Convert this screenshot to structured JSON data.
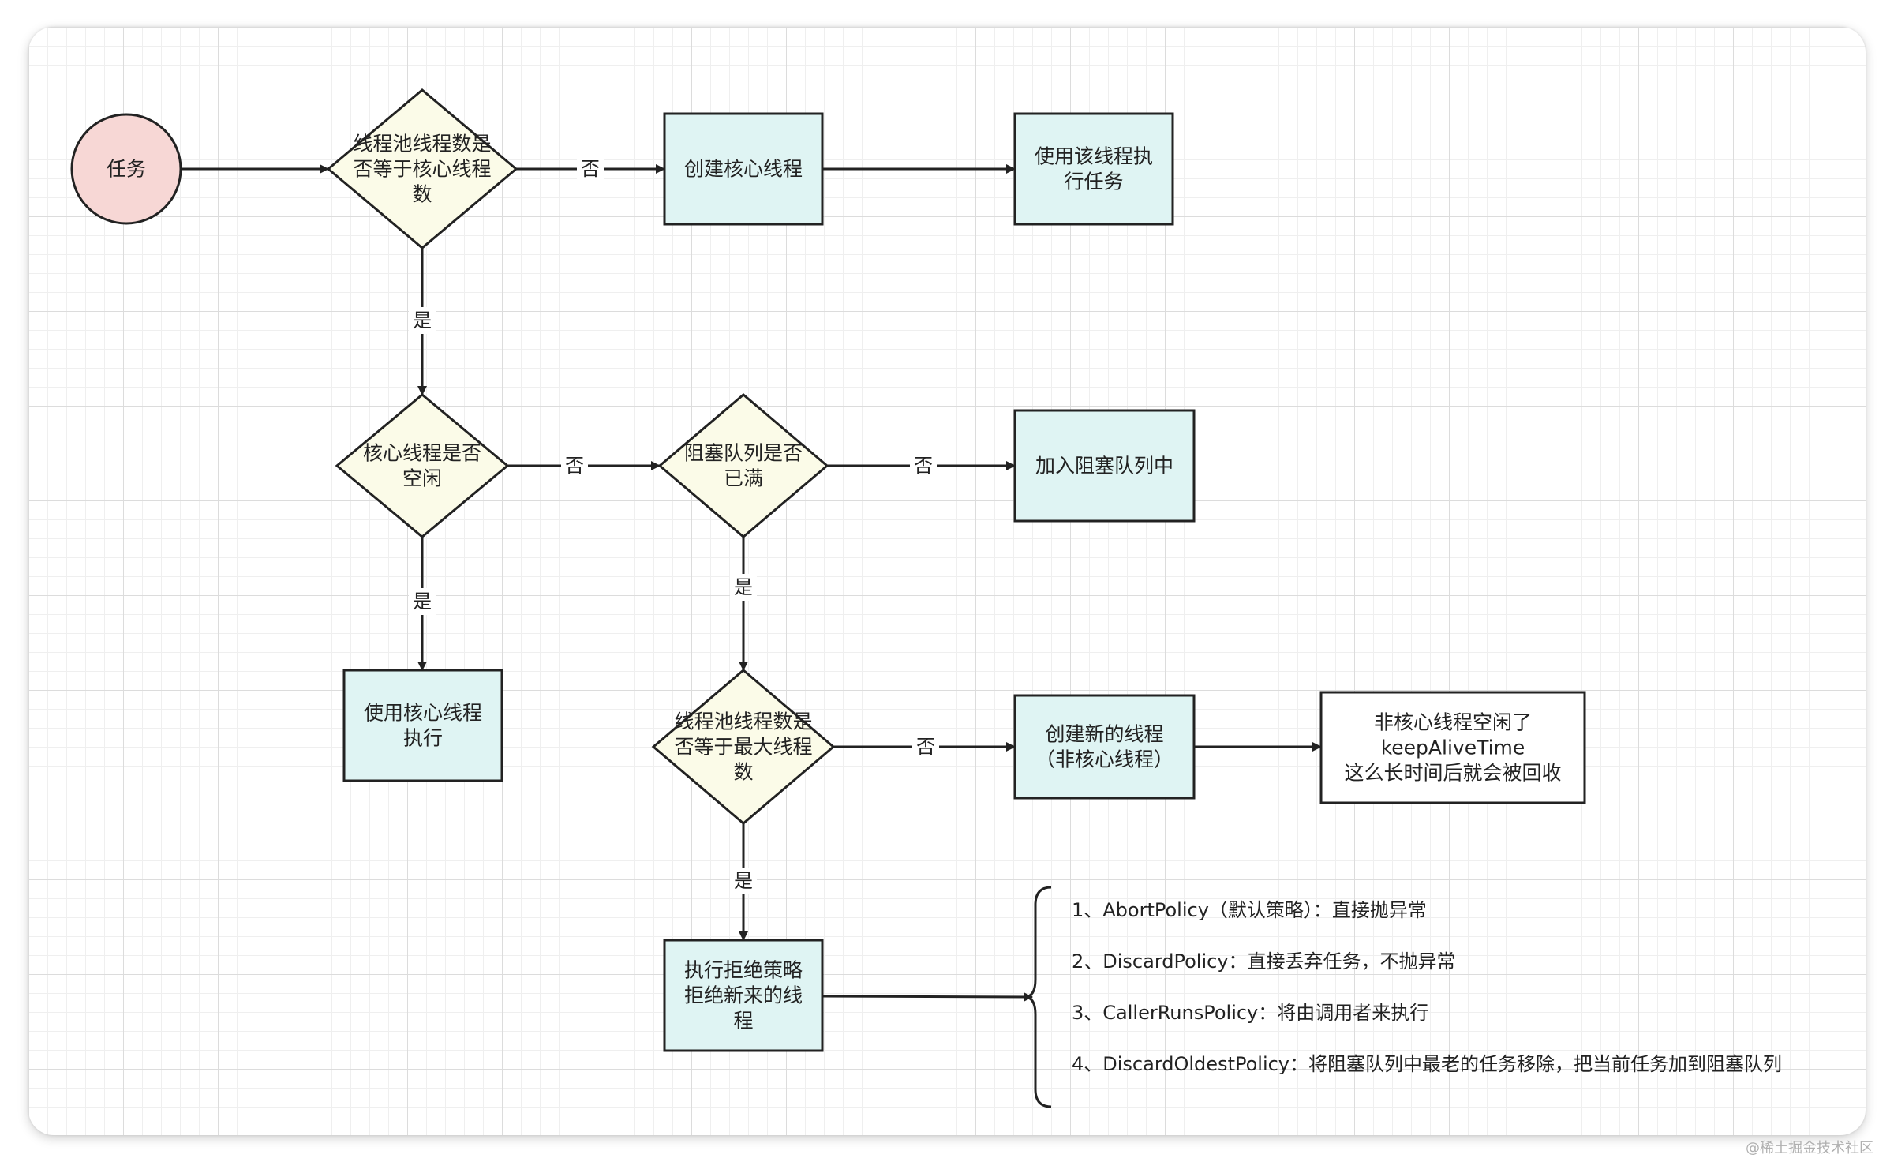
{
  "colors": {
    "start_fill": "#f7d7d5",
    "decision_fill": "#fbfbe8",
    "process_fill": "#dff4f3",
    "note_fill": "#ffffff",
    "stroke": "#222222",
    "text": "#222222"
  },
  "nodes": {
    "task": [
      "任务"
    ],
    "decision_core_count": [
      "线程池线程数是",
      "否等于核心线程",
      "数"
    ],
    "create_core_thread": [
      "创建核心线程"
    ],
    "use_this_thread": [
      "使用该线程执",
      "行任务"
    ],
    "decision_core_idle": [
      "核心线程是否",
      "空闲"
    ],
    "decision_queue_full": [
      "阻塞队列是否",
      "已满"
    ],
    "add_to_queue": [
      "加入阻塞队列中"
    ],
    "use_core_thread": [
      "使用核心线程",
      "执行"
    ],
    "decision_max_count": [
      "线程池线程数是",
      "否等于最大线程",
      "数"
    ],
    "create_new_thread": [
      "创建新的线程",
      "（非核心线程）"
    ],
    "recycle_note": [
      "非核心线程空闲了",
      "keepAliveTime",
      "这么长时间后就会被回收"
    ],
    "reject_policy": [
      "执行拒绝策略",
      "拒绝新来的线",
      "程"
    ]
  },
  "edge_labels": {
    "no": "否",
    "yes": "是"
  },
  "policies": [
    "1、AbortPolicy（默认策略）：直接抛异常",
    "2、DiscardPolicy：直接丢弃任务，不抛异常",
    "3、CallerRunsPolicy：将由调用者来执行",
    "4、DiscardOldestPolicy：将阻塞队列中最老的任务移除，把当前任务加到阻塞队列"
  ],
  "watermark": "@稀土掘金技术社区"
}
